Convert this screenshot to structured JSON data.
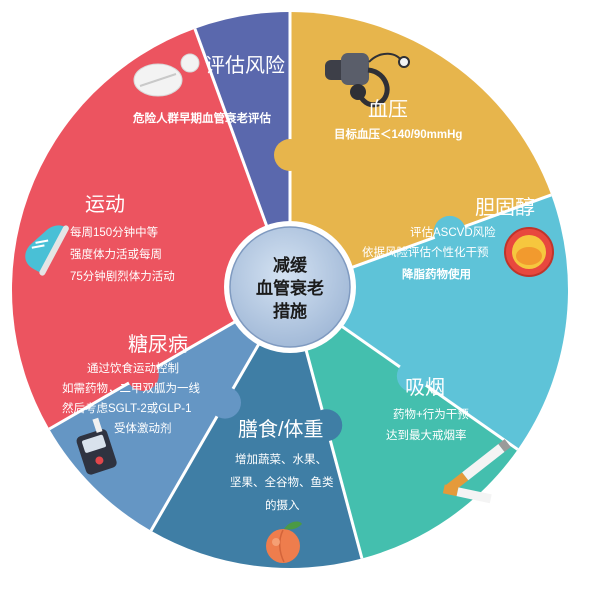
{
  "center": {
    "lines": [
      "减缓",
      "血管衰老",
      "措施"
    ],
    "color": "#a8c0dc"
  },
  "segments": [
    {
      "id": "risk-assess",
      "color": "#5a68ad",
      "title": "评估风险",
      "lines": [
        "危险人群早期血管衰老评估"
      ],
      "bold_lines": [
        0
      ],
      "icon": "pill-icon"
    },
    {
      "id": "blood-pressure",
      "color": "#e7b54c",
      "title": "血压",
      "lines": [
        "目标血压＜140/90mmHg"
      ],
      "bold_lines": [
        0
      ],
      "icon": "blood-pressure-monitor-icon"
    },
    {
      "id": "cholesterol",
      "color": "#5ec3d8",
      "title": "胆固醇",
      "lines": [
        "评估ASCVD风险",
        "依据风险评估个性化干预",
        "降脂药物使用"
      ],
      "bold_lines": [
        2
      ],
      "icon": "blocked-artery-icon"
    },
    {
      "id": "smoking",
      "color": "#44bfae",
      "title": "吸烟",
      "lines": [
        "药物+行为干预",
        "达到最大戒烟率"
      ],
      "bold_lines": [],
      "icon": "cigarette-icon"
    },
    {
      "id": "diet-weight",
      "color": "#3f7ea5",
      "title": "膳食/体重",
      "lines": [
        "增加蔬菜、水果、",
        "坚果、全谷物、鱼类",
        "的摄入"
      ],
      "bold_lines": [],
      "icon": "peach-icon"
    },
    {
      "id": "diabetes",
      "color": "#6596c4",
      "title": "糖尿病",
      "lines": [
        "通过饮食运动控制",
        "如需药物，二甲双胍为一线",
        "然后考虑SGLT-2或GLP-1",
        "受体激动剂"
      ],
      "bold_lines": [],
      "icon": "glucose-meter-icon"
    },
    {
      "id": "exercise",
      "color": "#ec5460",
      "title": "运动",
      "lines": [
        "每周150分钟中等",
        "强度体力活或每周",
        "75分钟剧烈体力活动"
      ],
      "bold_lines": [],
      "icon": "sneaker-icon"
    }
  ]
}
